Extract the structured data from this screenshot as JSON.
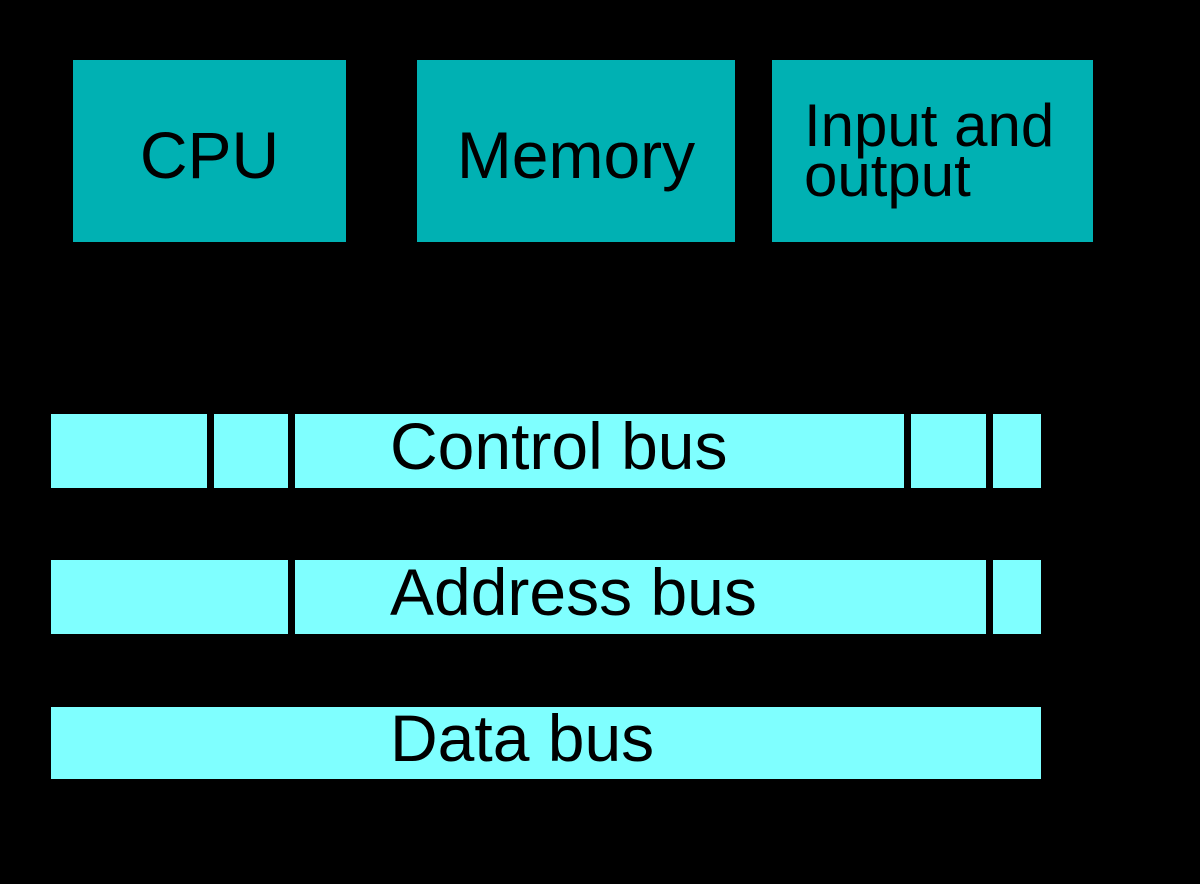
{
  "diagram": {
    "components": [
      {
        "id": "cpu",
        "label": "CPU"
      },
      {
        "id": "memory",
        "label": "Memory"
      },
      {
        "id": "input-output",
        "label_lines": [
          "Input and",
          "output"
        ]
      }
    ],
    "buses": [
      {
        "id": "control-bus",
        "label": "Control bus"
      },
      {
        "id": "address-bus",
        "label": "Address bus"
      },
      {
        "id": "data-bus",
        "label": "Data bus"
      }
    ]
  },
  "colors": {
    "background": "#000000",
    "component-fill": "#00B1B3",
    "bus-fill": "#7FFFFF",
    "label-text": "#000000"
  }
}
